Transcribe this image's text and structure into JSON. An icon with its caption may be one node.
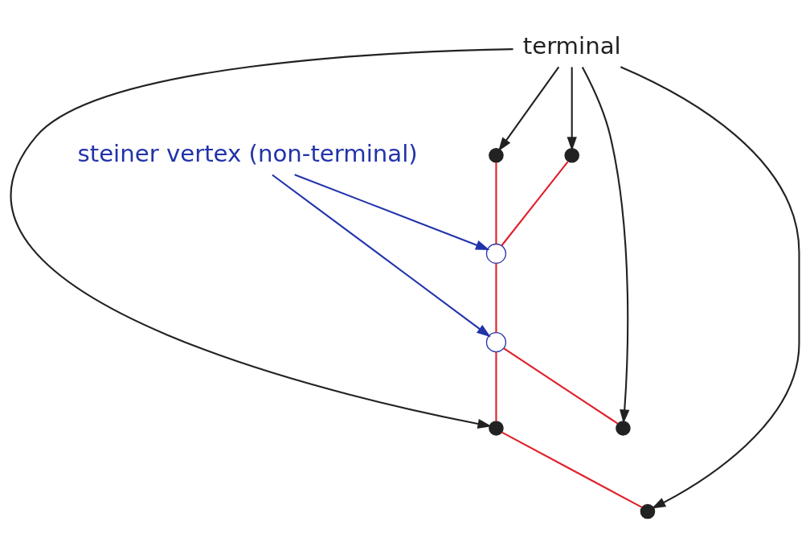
{
  "diagram": {
    "nodes": [
      {
        "text": [
          "terminal"
        ]
      },
      {
        "text": [],
        "shape": "circle"
      },
      {
        "text": [],
        "shape": "circle"
      },
      {
        "text": [],
        "shape": "circle"
      },
      {
        "text": [],
        "shape": "circle"
      },
      {
        "text": [],
        "shape": "circle"
      },
      {
        "text": [],
        "shape": "circle"
      },
      {
        "text": [],
        "shape": "circle"
      },
      {
        "text": [
          "steiner vertex (non-terminal)"
        ]
      }
    ],
    "edges": [
      {
        "from": 0,
        "to": 1,
        "arrow": "to",
        "color": "#222222"
      },
      {
        "from": 0,
        "to": 2,
        "arrow": "to",
        "color": "#222222"
      },
      {
        "from": 0,
        "to": 5,
        "arrow": "to",
        "color": "#222222"
      },
      {
        "from": 0,
        "to": 6,
        "arrow": "to",
        "color": "#222222"
      },
      {
        "from": 0,
        "to": 7,
        "arrow": "to",
        "color": "#222222"
      },
      {
        "from": 1,
        "to": 3,
        "arrow": "none"
      },
      {
        "from": 2,
        "to": 3,
        "arrow": "none"
      },
      {
        "from": 3,
        "to": 4,
        "arrow": "none"
      },
      {
        "from": 4,
        "to": 5,
        "arrow": "none"
      },
      {
        "from": 5,
        "to": 6,
        "arrow": "none"
      },
      {
        "from": 4,
        "to": 7,
        "arrow": "none"
      },
      {
        "from": 8,
        "to": 3,
        "arrow": "to",
        "color": "#2233aa"
      },
      {
        "from": 8,
        "to": 4,
        "arrow": "to",
        "color": "#2233aa"
      }
    ]
  }
}
